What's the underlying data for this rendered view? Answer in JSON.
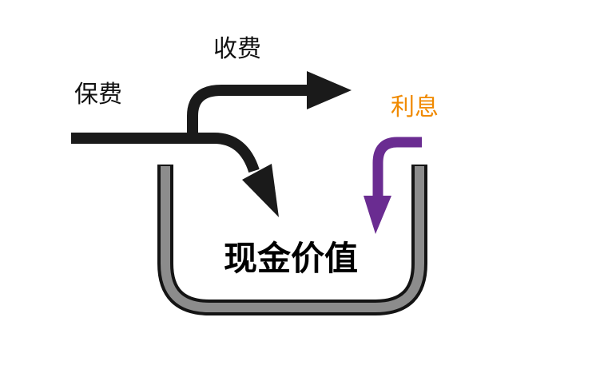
{
  "labels": {
    "premium": "保费",
    "charges": "收费",
    "interest": "利息",
    "cash_value": "现金价值"
  },
  "colors": {
    "flow_arrow": "#1a1a1a",
    "interest_text": "#f08a00",
    "interest_arrow": "#6a2c91",
    "container_fill": "#8c8c8c",
    "container_outline": "#141414"
  }
}
